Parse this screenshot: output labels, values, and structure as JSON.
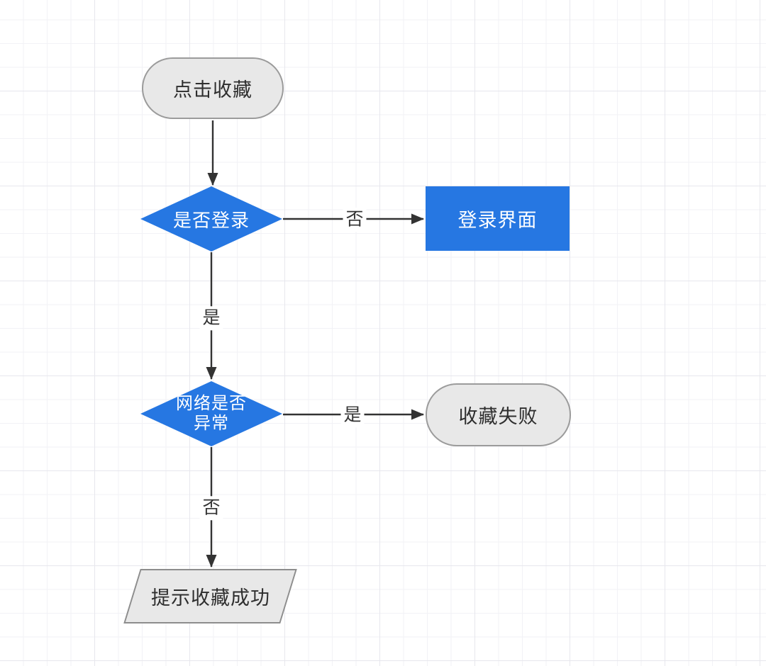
{
  "canvas": {
    "background_color": "#ffffff",
    "grid_minor_color": "#f2f2f6",
    "grid_major_color": "#e7e7ed",
    "accent_blue": "#2677E2",
    "shape_gray_fill": "#e8e8e8",
    "shape_gray_border": "#9b9b9b",
    "edge_color": "#333333"
  },
  "flowchart": {
    "nodes": [
      {
        "id": "start",
        "type": "terminator",
        "label": "点击收藏",
        "fill": "#e8e8e8",
        "text_color": "#2e2e2e"
      },
      {
        "id": "decision-login",
        "type": "decision",
        "label": "是否登录",
        "fill": "#2677E2",
        "text_color": "#ffffff"
      },
      {
        "id": "login-screen",
        "type": "process",
        "label": "登录界面",
        "fill": "#2677E2",
        "text_color": "#ffffff"
      },
      {
        "id": "decision-network",
        "type": "decision",
        "label": "网络是否异常",
        "label_line1": "网络是否",
        "label_line2": "异常",
        "fill": "#2677E2",
        "text_color": "#ffffff"
      },
      {
        "id": "favorite-failed",
        "type": "terminator",
        "label": "收藏失败",
        "fill": "#e8e8e8",
        "text_color": "#2e2e2e"
      },
      {
        "id": "success-toast",
        "type": "parallelogram",
        "label": "提示收藏成功",
        "fill": "#e8e8e8",
        "text_color": "#2e2e2e"
      }
    ],
    "edges": [
      {
        "from": "start",
        "to": "decision-login",
        "label": ""
      },
      {
        "from": "decision-login",
        "to": "login-screen",
        "label": "否"
      },
      {
        "from": "decision-login",
        "to": "decision-network",
        "label": "是"
      },
      {
        "from": "decision-network",
        "to": "favorite-failed",
        "label": "是"
      },
      {
        "from": "decision-network",
        "to": "success-toast",
        "label": "否"
      }
    ]
  }
}
